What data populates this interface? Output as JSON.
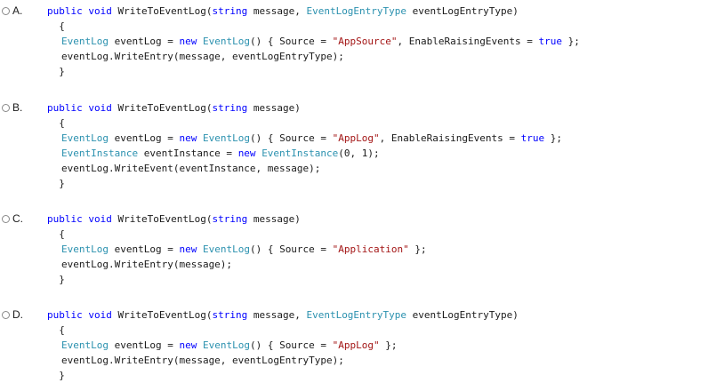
{
  "options": [
    {
      "letter": "A.",
      "lines": [
        {
          "indent": 0,
          "tokens": [
            [
              "kw",
              "public"
            ],
            [
              "p",
              " "
            ],
            [
              "kw",
              "void"
            ],
            [
              "p",
              " WriteToEventLog("
            ],
            [
              "kw",
              "string"
            ],
            [
              "p",
              " message, "
            ],
            [
              "ty",
              "EventLogEntryType"
            ],
            [
              "p",
              " eventLogEntryType)"
            ]
          ]
        },
        {
          "indent": 0,
          "tokens": [
            [
              "p",
              "  {"
            ]
          ]
        },
        {
          "indent": 1,
          "tokens": [
            [
              "ty",
              "EventLog"
            ],
            [
              "p",
              " eventLog = "
            ],
            [
              "kw",
              "new"
            ],
            [
              "p",
              " "
            ],
            [
              "ty",
              "EventLog"
            ],
            [
              "p",
              "() { Source = "
            ],
            [
              "st",
              "\"AppSource\""
            ],
            [
              "p",
              ", EnableRaisingEvents = "
            ],
            [
              "kw",
              "true"
            ],
            [
              "p",
              " };"
            ]
          ]
        },
        {
          "indent": 1,
          "tokens": [
            [
              "p",
              "eventLog.WriteEntry(message, eventLogEntryType);"
            ]
          ]
        },
        {
          "indent": 0,
          "tokens": [
            [
              "p",
              "  }"
            ]
          ]
        }
      ]
    },
    {
      "letter": "B.",
      "lines": [
        {
          "indent": 0,
          "tokens": [
            [
              "kw",
              "public"
            ],
            [
              "p",
              " "
            ],
            [
              "kw",
              "void"
            ],
            [
              "p",
              " WriteToEventLog("
            ],
            [
              "kw",
              "string"
            ],
            [
              "p",
              " message)"
            ]
          ]
        },
        {
          "indent": 0,
          "tokens": [
            [
              "p",
              "  {"
            ]
          ]
        },
        {
          "indent": 1,
          "tokens": [
            [
              "ty",
              "EventLog"
            ],
            [
              "p",
              " eventLog = "
            ],
            [
              "kw",
              "new"
            ],
            [
              "p",
              " "
            ],
            [
              "ty",
              "EventLog"
            ],
            [
              "p",
              "() { Source = "
            ],
            [
              "st",
              "\"AppLog\""
            ],
            [
              "p",
              ", EnableRaisingEvents = "
            ],
            [
              "kw",
              "true"
            ],
            [
              "p",
              " };"
            ]
          ]
        },
        {
          "indent": 1,
          "tokens": [
            [
              "ty",
              "EventInstance"
            ],
            [
              "p",
              " eventInstance = "
            ],
            [
              "kw",
              "new"
            ],
            [
              "p",
              " "
            ],
            [
              "ty",
              "EventInstance"
            ],
            [
              "p",
              "(0, 1);"
            ]
          ]
        },
        {
          "indent": 1,
          "tokens": [
            [
              "p",
              "eventLog.WriteEvent(eventInstance, message);"
            ]
          ]
        },
        {
          "indent": 0,
          "tokens": [
            [
              "p",
              "  }"
            ]
          ]
        }
      ]
    },
    {
      "letter": "C.",
      "lines": [
        {
          "indent": 0,
          "tokens": [
            [
              "kw",
              "public"
            ],
            [
              "p",
              " "
            ],
            [
              "kw",
              "void"
            ],
            [
              "p",
              " WriteToEventLog("
            ],
            [
              "kw",
              "string"
            ],
            [
              "p",
              " message)"
            ]
          ]
        },
        {
          "indent": 0,
          "tokens": [
            [
              "p",
              "  {"
            ]
          ]
        },
        {
          "indent": 1,
          "tokens": [
            [
              "ty",
              "EventLog"
            ],
            [
              "p",
              " eventLog = "
            ],
            [
              "kw",
              "new"
            ],
            [
              "p",
              " "
            ],
            [
              "ty",
              "EventLog"
            ],
            [
              "p",
              "() { Source = "
            ],
            [
              "st",
              "\"Application\""
            ],
            [
              "p",
              " };"
            ]
          ]
        },
        {
          "indent": 1,
          "tokens": [
            [
              "p",
              "eventLog.WriteEntry(message);"
            ]
          ]
        },
        {
          "indent": 0,
          "tokens": [
            [
              "p",
              "  }"
            ]
          ]
        }
      ]
    },
    {
      "letter": "D.",
      "lines": [
        {
          "indent": 0,
          "tokens": [
            [
              "kw",
              "public"
            ],
            [
              "p",
              " "
            ],
            [
              "kw",
              "void"
            ],
            [
              "p",
              " WriteToEventLog("
            ],
            [
              "kw",
              "string"
            ],
            [
              "p",
              " message, "
            ],
            [
              "ty",
              "EventLogEntryType"
            ],
            [
              "p",
              " eventLogEntryType)"
            ]
          ]
        },
        {
          "indent": 0,
          "tokens": [
            [
              "p",
              "  {"
            ]
          ]
        },
        {
          "indent": 1,
          "tokens": [
            [
              "ty",
              "EventLog"
            ],
            [
              "p",
              " eventLog = "
            ],
            [
              "kw",
              "new"
            ],
            [
              "p",
              " "
            ],
            [
              "ty",
              "EventLog"
            ],
            [
              "p",
              "() { Source = "
            ],
            [
              "st",
              "\"AppLog\""
            ],
            [
              "p",
              " };"
            ]
          ]
        },
        {
          "indent": 1,
          "tokens": [
            [
              "p",
              "eventLog.WriteEntry(message, eventLogEntryType);"
            ]
          ]
        },
        {
          "indent": 0,
          "tokens": [
            [
              "p",
              "  }"
            ]
          ]
        }
      ]
    }
  ],
  "colors": {
    "keyword": "#0000ff",
    "type": "#2b91af",
    "string": "#a31515",
    "plain": "#1a1a1a"
  }
}
